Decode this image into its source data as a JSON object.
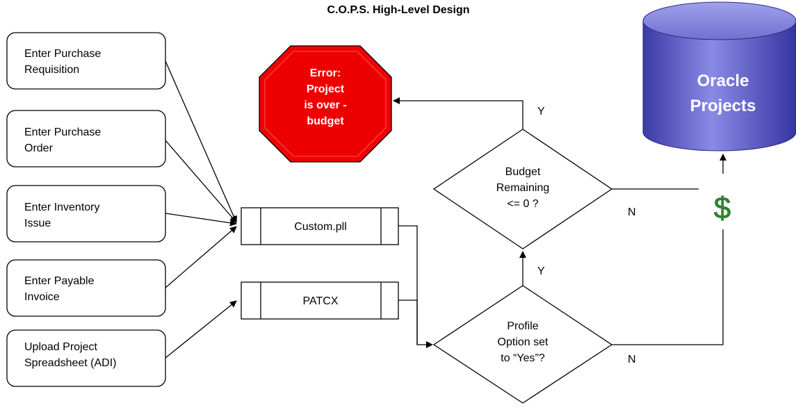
{
  "title": "C.O.P.S. High-Level Design",
  "inputs": [
    {
      "lines": [
        "Enter Purchase",
        "Requisition"
      ]
    },
    {
      "lines": [
        "Enter Purchase",
        "Order"
      ]
    },
    {
      "lines": [
        "Enter Inventory",
        "Issue"
      ]
    },
    {
      "lines": [
        "Enter Payable",
        "Invoice"
      ]
    },
    {
      "lines": [
        "Upload Project",
        "Spreadsheet (ADI)"
      ]
    }
  ],
  "processes": {
    "custom": "Custom.pll",
    "patcx": "PATCX"
  },
  "decisions": {
    "profile": {
      "lines": [
        "Profile",
        "Option set",
        "to “Yes”?"
      ]
    },
    "budget": {
      "lines": [
        "Budget",
        "Remaining",
        "<= 0 ?"
      ]
    }
  },
  "error": {
    "lines": [
      "Error:",
      "Project",
      "is over -",
      "budget"
    ]
  },
  "database": {
    "lines": [
      "Oracle",
      "Projects"
    ]
  },
  "currency_symbol": "$",
  "branch_labels": {
    "budget_yes": "Y",
    "budget_no": "N",
    "profile_yes": "Y",
    "profile_no": "N"
  },
  "colors": {
    "error_fill": "#ee0000",
    "database_fill": "#6a6ad2",
    "currency": "#2e8b2e"
  }
}
